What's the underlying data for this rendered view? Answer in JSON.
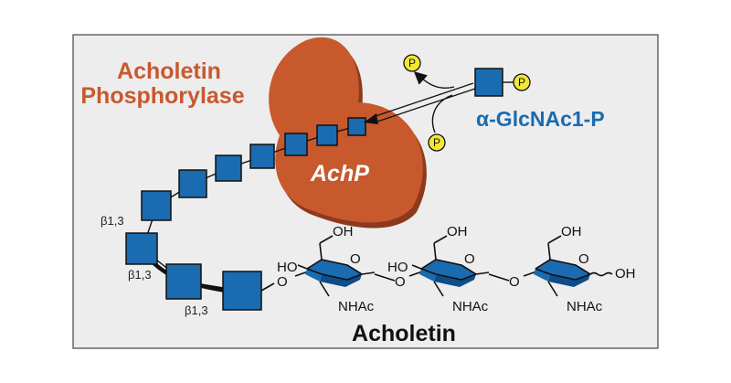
{
  "enzyme": {
    "name_line1": "Acholetin",
    "name_line2": "Phosphorylase",
    "abbrev": "AchP",
    "color": "#c8592c"
  },
  "donor": {
    "label": "α-GlcNAc1-P",
    "color": "#1a6bb0"
  },
  "phosphate_label": "P",
  "linkages": [
    "β1,3",
    "β1,3",
    "β1,3"
  ],
  "product_label": "Acholetin",
  "chem_labels": {
    "ho": "HO",
    "oh": "OH",
    "ring_o": "O",
    "bridge_o": "O",
    "nhac": "NHAc"
  },
  "colors": {
    "panel": "#ededee",
    "glcnac": "#1a6bb0",
    "phosphate": "#f1e833"
  }
}
